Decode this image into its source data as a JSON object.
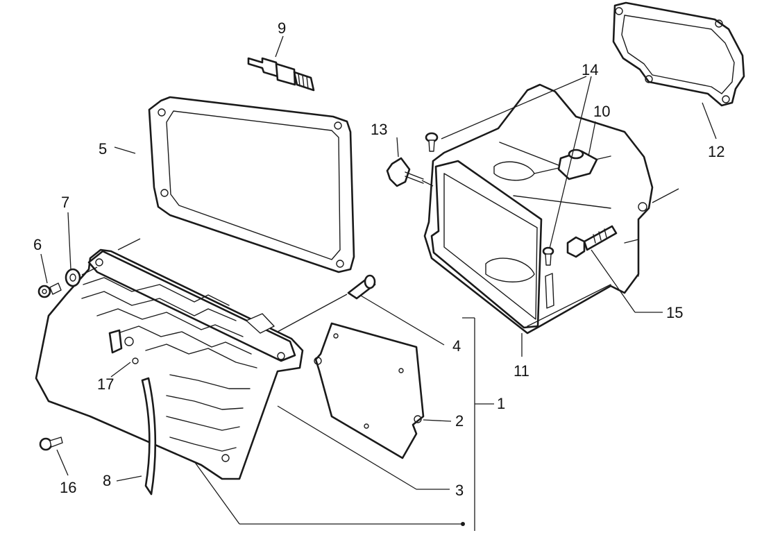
{
  "callouts": {
    "c1": "1",
    "c2": "2",
    "c3": "3",
    "c4": "4",
    "c5": "5",
    "c6": "6",
    "c7": "7",
    "c8": "8",
    "c9": "9",
    "c10": "10",
    "c11": "11",
    "c12": "12",
    "c13": "13",
    "c14": "14",
    "c15": "15",
    "c16": "16",
    "c17": "17"
  },
  "parts": [
    "spark-plug",
    "gasket-large",
    "gasket-small",
    "gasket-reed",
    "cylinder-head-cover",
    "valve-cover",
    "bolt",
    "screw",
    "hose",
    "sensor",
    "washer",
    "clip"
  ]
}
